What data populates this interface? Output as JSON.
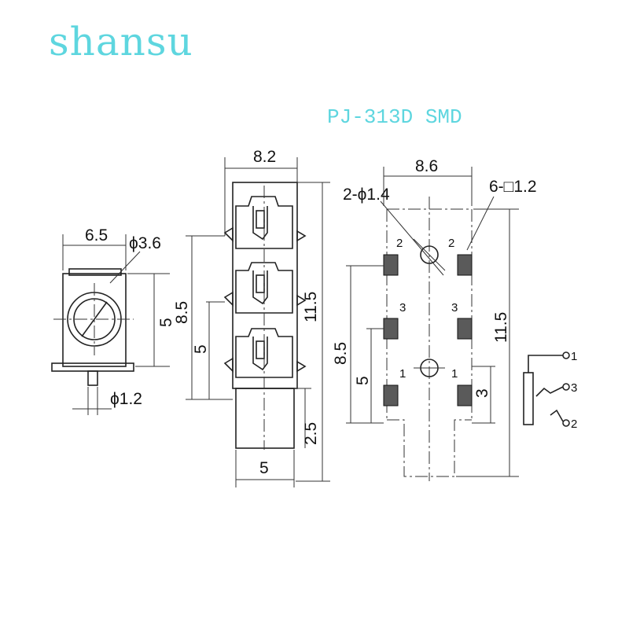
{
  "brand": "shansu",
  "model": "PJ-313D SMD",
  "colors": {
    "brand_text": "#5ed6df",
    "line": "#222222"
  },
  "side_view": {
    "dim_width": "6.5",
    "dim_bore": "ϕ3.6",
    "dim_height": "5",
    "dim_pin": "ϕ1.2"
  },
  "top_view": {
    "dim_width": "8.2",
    "dim_total": "11.5",
    "dim_pitch": "8.5",
    "dim_mid": "5",
    "dim_neck_len": "2.5",
    "dim_neck_w": "5"
  },
  "footprint": {
    "dim_width": "8.6",
    "dim_holes": "2-ϕ1.4",
    "dim_pads": "6-□1.2",
    "dim_total": "11.5",
    "dim_pitch": "8.5",
    "dim_mid": "5",
    "dim_small": "3",
    "pad_labels_left": [
      "2",
      "3",
      "1"
    ],
    "pad_labels_right": [
      "2",
      "3",
      "1"
    ]
  },
  "schematic": {
    "pins": [
      "1",
      "3",
      "2"
    ]
  }
}
